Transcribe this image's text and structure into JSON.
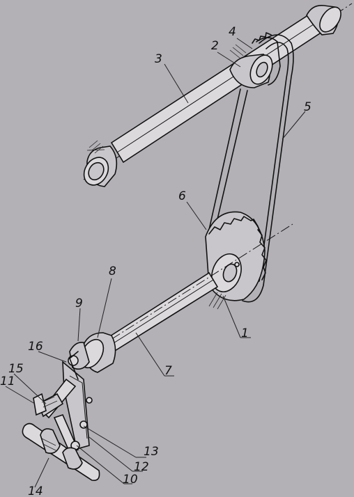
{
  "labels": {
    "l1": "1",
    "l2": "2",
    "l3": "3",
    "l4": "4",
    "l5": "5",
    "l6": "6",
    "l7": "7",
    "l8": "8",
    "l9": "9",
    "l10": "10",
    "l11": "11",
    "l12": "12",
    "l13": "13",
    "l14": "14",
    "l15": "15",
    "l16": "16"
  },
  "colors": {
    "background": "#b3b0b6",
    "line": "#111111"
  }
}
